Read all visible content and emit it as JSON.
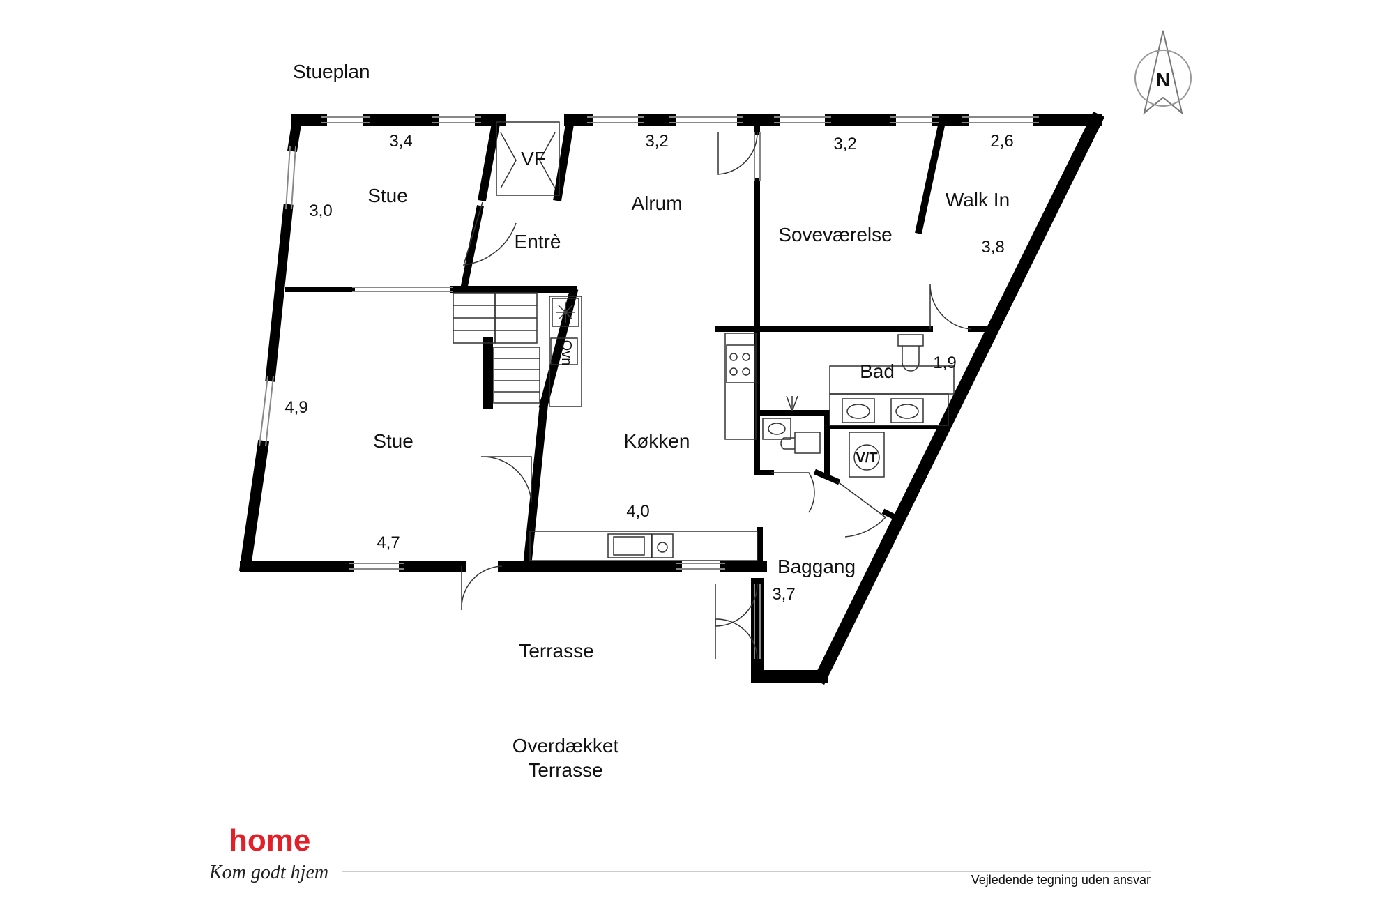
{
  "plan_title": "Stueplan",
  "compass_letter": "N",
  "rooms": {
    "stue_top": "Stue",
    "vf": "VF",
    "entre": "Entrè",
    "alrum": "Alrum",
    "sovevaerelse": "Soveværelse",
    "walk_in": "Walk In",
    "stue_main": "Stue",
    "kokken": "Køkken",
    "bad": "Bad",
    "baggang": "Baggang",
    "terrasse": "Terrasse",
    "overdaekket_1": "Overdækket",
    "overdaekket_2": "Terrasse"
  },
  "dimensions": {
    "stue_top_w": "3,4",
    "stue_top_h": "3,0",
    "alrum_w": "3,2",
    "sove_w": "3,2",
    "walkin_w": "2,6",
    "walkin_h": "3,8",
    "stue_main_h": "4,9",
    "stue_main_w": "4,7",
    "kokken_w": "4,0",
    "bad_w": "1,9",
    "baggang_w": "3,7"
  },
  "fixtures": {
    "oven": "Ovn",
    "washer": "V/T"
  },
  "logo": {
    "brand": "home",
    "tagline": "Kom godt hjem"
  },
  "footer_note": "Vejledende tegning uden ansvar"
}
